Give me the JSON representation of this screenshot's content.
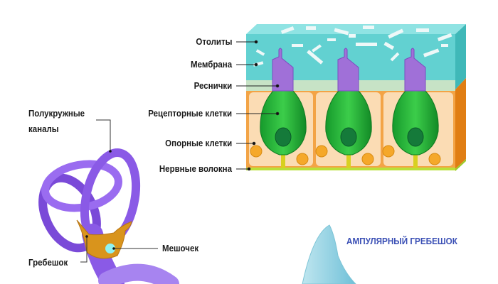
{
  "labels": {
    "otolity": "Отолиты",
    "membrana": "Мембрана",
    "resnichki": "Реснички",
    "receptor_cells": "Рецепторные клетки",
    "support_cells": "Опорные клетки",
    "nerve_fibers": "Нервные волокна",
    "semicircular_l1": "Полукружные",
    "semicircular_l2": "каналы",
    "crest": "Гребешок",
    "sac": "Мешочек"
  },
  "section_title": "АМПУЛЯРНЫЙ ГРЕБЕШОК",
  "colors": {
    "membrane": "#5fd0d0",
    "cell_bg": "#fbd9b0",
    "orange": "#f0962a",
    "hair_cell": "#22b33a",
    "cilia": "#a06ad8",
    "canal": "#8a5ae6",
    "title": "#3a4fb5"
  }
}
